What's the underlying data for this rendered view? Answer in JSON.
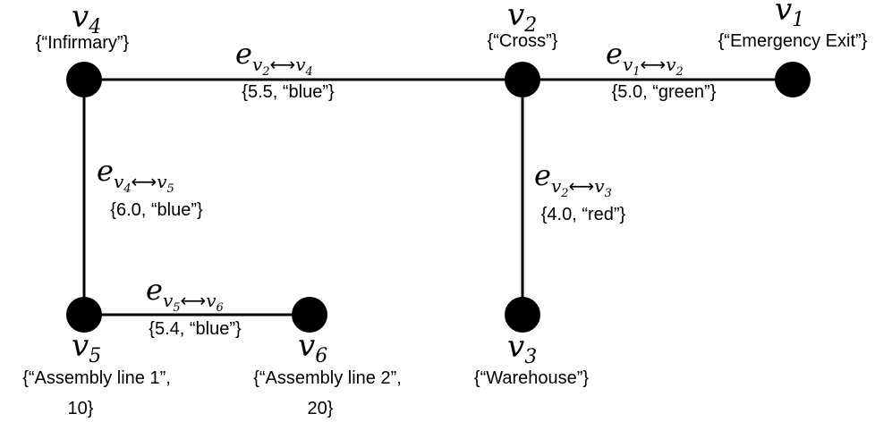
{
  "nodes": {
    "v1": {
      "symbol": "v",
      "index": "1",
      "attr": "{“Emergency Exit”}"
    },
    "v2": {
      "symbol": "v",
      "index": "2",
      "attr": "{“Cross”}"
    },
    "v3": {
      "symbol": "v",
      "index": "3",
      "attr": "{“Warehouse”}"
    },
    "v4": {
      "symbol": "v",
      "index": "4",
      "attr": "{“Infirmary”}"
    },
    "v5": {
      "symbol": "v",
      "index": "5",
      "attr_line1": "{“Assembly line 1”,",
      "attr_line2": "10}"
    },
    "v6": {
      "symbol": "v",
      "index": "6",
      "attr_line1": "{“Assembly line 2”,",
      "attr_line2": "20}"
    }
  },
  "edges": {
    "e12": {
      "symbol": "e",
      "sub_from": "v",
      "sub_from_idx": "1",
      "arrow": "⟷",
      "sub_to": "v",
      "sub_to_idx": "2",
      "attr": "{5.0, “green”}"
    },
    "e24": {
      "symbol": "e",
      "sub_from": "v",
      "sub_from_idx": "2",
      "arrow": "⟷",
      "sub_to": "v",
      "sub_to_idx": "4",
      "attr": "{5.5, “blue”}"
    },
    "e23": {
      "symbol": "e",
      "sub_from": "v",
      "sub_from_idx": "2",
      "arrow": "⟷",
      "sub_to": "v",
      "sub_to_idx": "3",
      "attr": "{4.0, “red”}"
    },
    "e45": {
      "symbol": "e",
      "sub_from": "v",
      "sub_from_idx": "4",
      "arrow": "⟷",
      "sub_to": "v",
      "sub_to_idx": "5",
      "attr": "{6.0, “blue”}"
    },
    "e56": {
      "symbol": "e",
      "sub_from": "v",
      "sub_from_idx": "5",
      "arrow": "⟷",
      "sub_to": "v",
      "sub_to_idx": "6",
      "attr": "{5.4, “blue”}"
    }
  },
  "colors": {
    "line": "#000000",
    "node": "#000000",
    "background": "#ffffff"
  }
}
